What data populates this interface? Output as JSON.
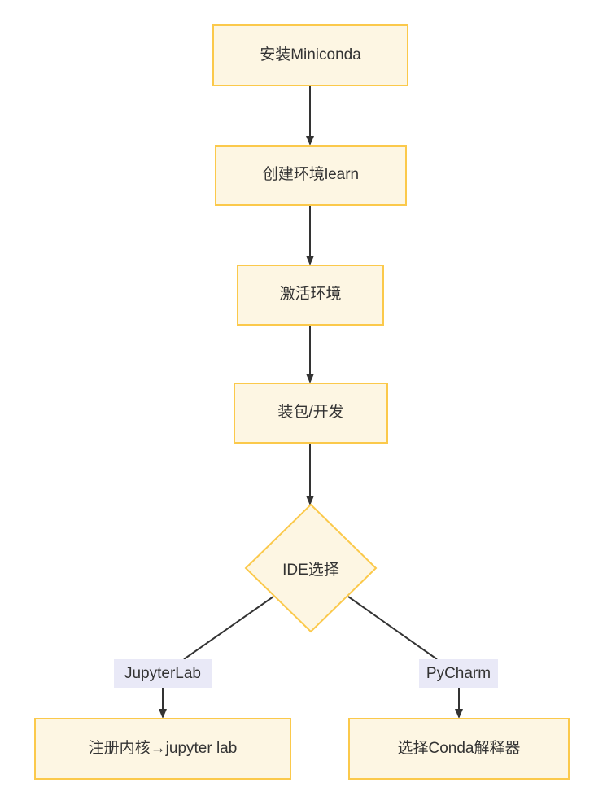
{
  "diagram": {
    "type": "flowchart",
    "direction": "top-down",
    "nodes": {
      "install": {
        "label": "安装Miniconda",
        "shape": "rectangle"
      },
      "create_env": {
        "label": "创建环境learn",
        "shape": "rectangle"
      },
      "activate": {
        "label": "激活环境",
        "shape": "rectangle"
      },
      "packages": {
        "label": "装包/开发",
        "shape": "rectangle"
      },
      "ide_choice": {
        "label": "IDE选择",
        "shape": "diamond"
      },
      "register_kernel": {
        "label": "注册内核→jupyter lab",
        "shape": "rectangle"
      },
      "conda_interpreter": {
        "label": "选择Conda解释器",
        "shape": "rectangle"
      }
    },
    "edges": [
      {
        "from": "install",
        "to": "create_env",
        "label": ""
      },
      {
        "from": "create_env",
        "to": "activate",
        "label": ""
      },
      {
        "from": "activate",
        "to": "packages",
        "label": ""
      },
      {
        "from": "packages",
        "to": "ide_choice",
        "label": ""
      },
      {
        "from": "ide_choice",
        "to": "register_kernel",
        "label": "JupyterLab"
      },
      {
        "from": "ide_choice",
        "to": "conda_interpreter",
        "label": "PyCharm"
      }
    ],
    "colors": {
      "node_fill": "#FDF6E3",
      "node_border": "#FBC94B",
      "edge_label_bg": "#E9E9F7",
      "text": "#333333",
      "line": "#333333",
      "background": "#FFFFFF"
    }
  }
}
